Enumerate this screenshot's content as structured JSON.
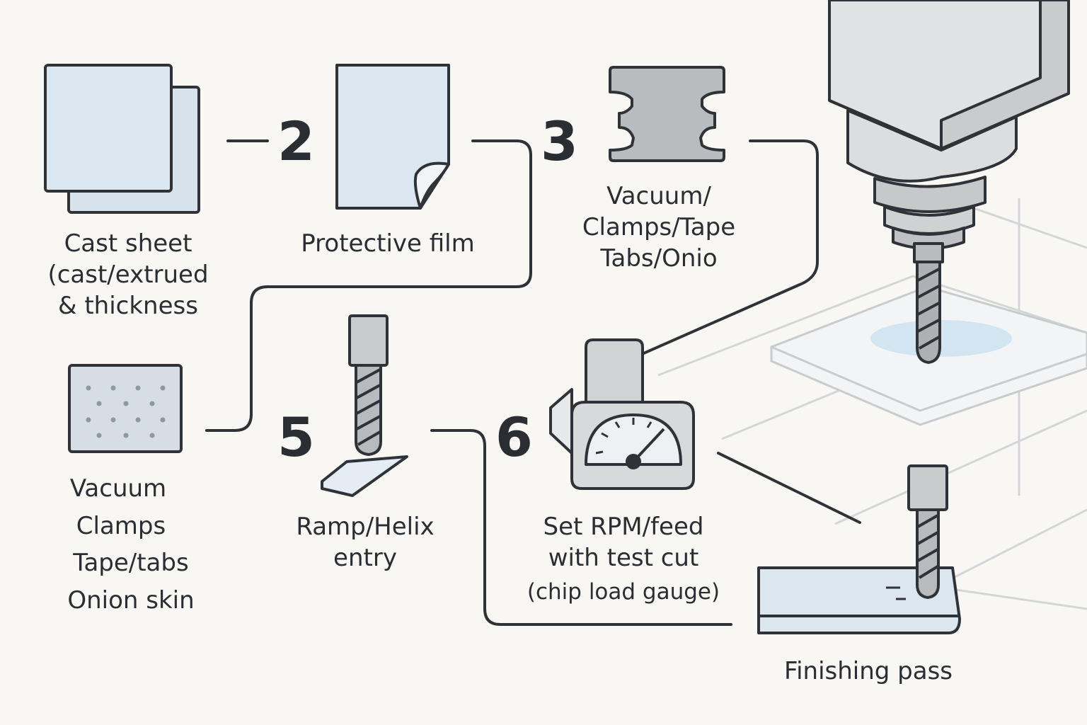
{
  "steps": {
    "s2": "2",
    "s3": "3",
    "s5": "5",
    "s6": "6"
  },
  "labels": {
    "material": [
      "Cast sheet",
      "(cast/extrued",
      "& thickness"
    ],
    "film": "Protective film",
    "fixture": [
      "Vacuum/",
      "Clamps/Tape",
      "Tabs/Onio"
    ],
    "holding": [
      "Vacuum",
      "Clamps",
      "Tape/tabs",
      "Onion skin"
    ],
    "entry": [
      "Ramp/Helix",
      "entry"
    ],
    "rpm": [
      "Set RPM/feed",
      "with test cut",
      "(chip load gauge)"
    ],
    "finish": "Finishing pass"
  },
  "colors": {
    "line": "#2f3337",
    "sheet_fill": "#dbe7f0",
    "metal_fill": "#c9cbcd",
    "metal_light": "#e3e4e5",
    "paper": "#f8f7f3",
    "pale_line": "#c8cccf",
    "coolant": "#cfe1ef"
  },
  "icons": [
    "stacked-sheets-icon",
    "peeling-film-icon",
    "tab-clamp-icon",
    "perforated-vacuum-plate-icon",
    "end-mill-icon",
    "chip-load-gauge-icon",
    "spindle-icon",
    "finishing-end-mill-icon"
  ]
}
